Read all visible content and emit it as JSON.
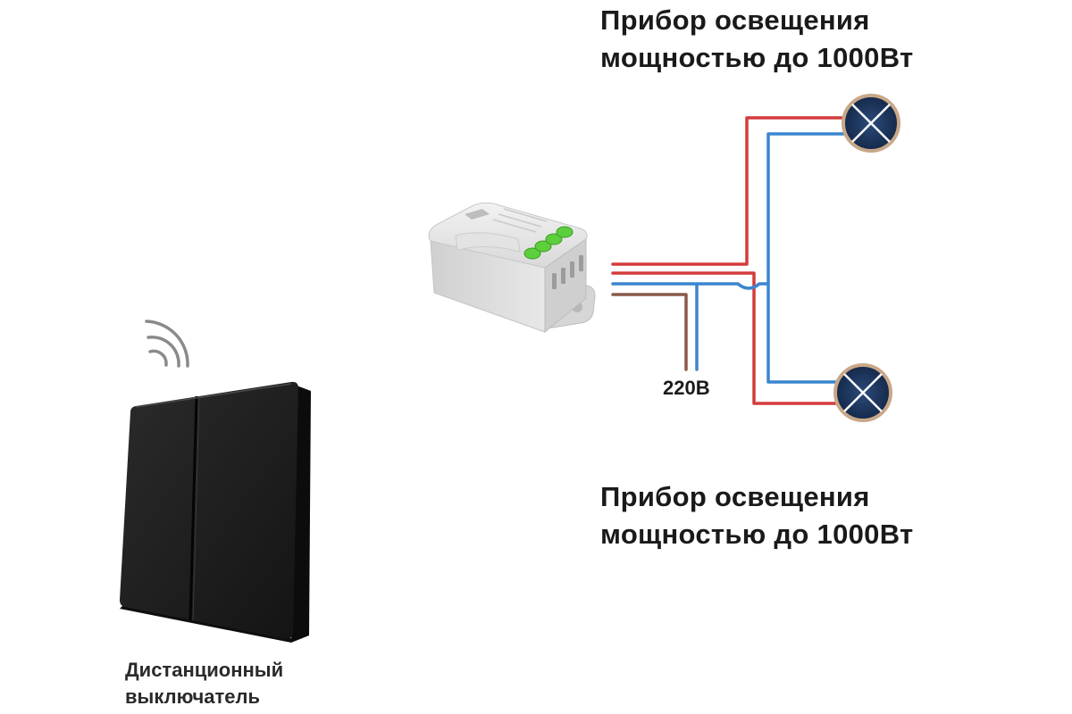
{
  "lamp_top": {
    "line1": "Прибор освещения",
    "line2": "мощностью до 1000Вт"
  },
  "lamp_bottom": {
    "line1": "Прибор освещения",
    "line2": "мощностью до 1000Вт"
  },
  "mains": {
    "voltage": "220В"
  },
  "remote_switch": {
    "line1": "Дистанционный",
    "line2": "выключатель"
  },
  "colors": {
    "phase_wire": "#d43b3b",
    "neutral_wire": "#3b86cf",
    "mains_wire": "#8a5a4a",
    "lamp_fill": "#1f3a63",
    "lamp_rim": "#c8a888",
    "switch_body": "#1e1e1e",
    "relay_body": "#e6e6e6",
    "relay_terminals": "#5ccf3c"
  },
  "icons": {
    "signal": "wireless-signal-icon",
    "lamp": "lamp-cross-icon"
  }
}
